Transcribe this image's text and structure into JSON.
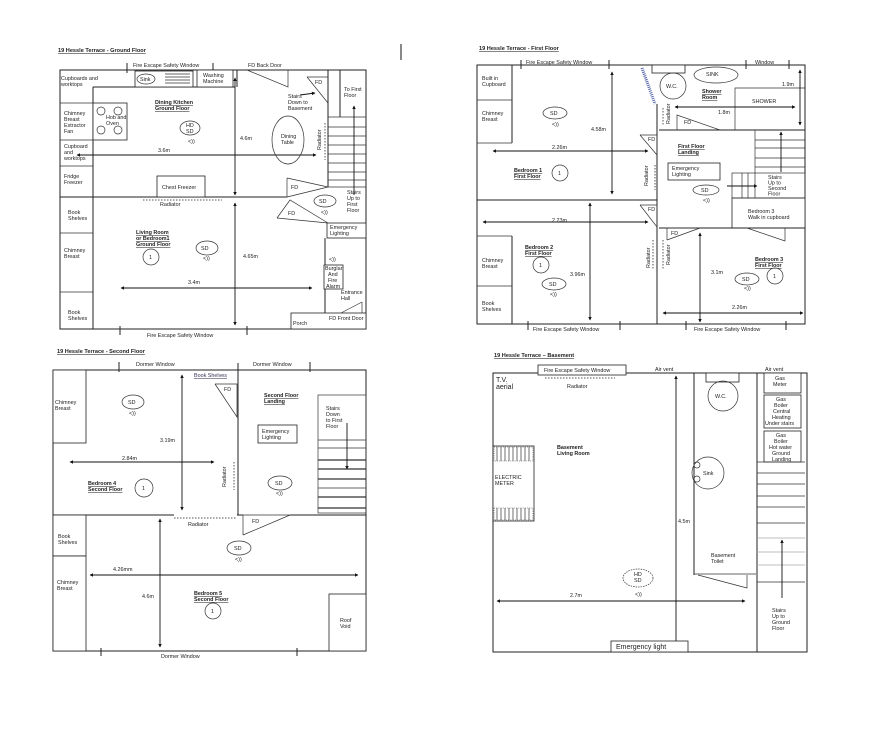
{
  "ground": {
    "title": "19 Hessle Terrace - Ground Floor",
    "fire_escape_top": "Fire Escape Safety Window",
    "fd_back_door": "FD Back Door",
    "sink": "Sink",
    "washing": [
      "Washing",
      "Machine"
    ],
    "cupboards": [
      "Cupboards and",
      "worktops"
    ],
    "chimney_fan": [
      "Chimney",
      "Breast",
      "Extractor",
      "Fan"
    ],
    "hob": [
      "Hob and",
      "Oven"
    ],
    "dining_kitchen": [
      "Dining Kitchen",
      "Ground Floor"
    ],
    "hd_sd": [
      "HD",
      "SD"
    ],
    "alarm": "<))",
    "dim_kitchen_v": "4.6m",
    "dining_table": [
      "Dining",
      "Table"
    ],
    "radiator": "Radiator",
    "stairs_down": [
      "Stairs",
      "Down to",
      "Basement"
    ],
    "to_first": [
      "To First",
      "Floor"
    ],
    "fd": "FD",
    "cupboard2": [
      "Cupboard",
      "and",
      "worktops"
    ],
    "dim_kitchen_h": "3.6m",
    "fridge": [
      "Fridge",
      "Freezer"
    ],
    "chest_freezer": "Chest Freezer",
    "stairs_up": [
      "Stairs",
      "Up to",
      "First",
      "Floor"
    ],
    "sd": "SD",
    "book_shelves": [
      "Book",
      "Shelves"
    ],
    "living": [
      "Living Room",
      "or Bedroom1",
      "Ground Floor"
    ],
    "chimney": [
      "Chimney",
      "Breast"
    ],
    "emergency": [
      "Emergency",
      "Lighting"
    ],
    "one": "1",
    "dim_living_v": "4.65m",
    "burglar": [
      "Burglar",
      "And",
      "Fire",
      "Alarm"
    ],
    "dim_living_h": "3.4m",
    "entrance": [
      "Entrance",
      "Hall"
    ],
    "porch": "Porch",
    "fd_front": "FD Front Door",
    "fire_escape_bottom": "Fire Escape Safety Window"
  },
  "first": {
    "title": "19 Hessle Terrace - First Floor",
    "fire_escape_top": "Fire Escape Safety Window",
    "window": "Window",
    "built_in": [
      "Built in",
      "Cupboard"
    ],
    "chimney": [
      "Chimney",
      "Breast"
    ],
    "wc": "W.C.",
    "sink": "SINK",
    "shower_room": [
      "Shower",
      "Room"
    ],
    "shower": "SHOWER",
    "dim_shower_v": "1.9m",
    "dim_shower_h": "1.8m",
    "radiator": "Radiator",
    "fd": "FD",
    "sd": "SD",
    "alarm": "<))",
    "dim_bed1_v": "4.58m",
    "dim_bed1_h": "2.26m",
    "bedroom1": [
      "Bedroom 1",
      "First Floor"
    ],
    "one": "1",
    "landing": [
      "First Floor",
      "Landing"
    ],
    "emergency": [
      "Emergency",
      "Lighting"
    ],
    "stairs_up": [
      "Stairs",
      "Up to",
      "Second",
      "Floor"
    ],
    "walk_in": [
      "Bedroom 3",
      "Walk in cupboard"
    ],
    "dim_bed2_h": "2.23m",
    "bedroom2": [
      "Bedroom 2",
      "First Floor"
    ],
    "dim_bed2_v": "3.96m",
    "book_shelves": [
      "Book",
      "Shelves"
    ],
    "bedroom3": [
      "Bedroom 3",
      "First Floor"
    ],
    "dim_bed3_v": "3.1m",
    "dim_bed3_h": "2.26m",
    "fire_escape_bottom_left": "Fire Escape Safety Window",
    "fire_escape_bottom_right": "Fire Escape Safety Window"
  },
  "second": {
    "title": "19 Hessle Terrace - Second Floor",
    "dormer_top_left": "Dormer Window",
    "dormer_top_right": "Dormer Window",
    "dormer_bottom": "Dormer Window",
    "chimney": [
      "Chimney",
      "Breast"
    ],
    "book_shelves_top": "Book Shelves",
    "fd": "FD",
    "landing": [
      "Second Floor",
      "Landing"
    ],
    "stairs_down": [
      "Stairs",
      "Down",
      "to First",
      "Floor"
    ],
    "emergency": [
      "Emergency",
      "Lighting"
    ],
    "sd": "SD",
    "alarm": "<))",
    "dim_bed4_v": "3.19m",
    "dim_bed4_h": "2.84m",
    "radiator": "Radiator",
    "bedroom4": [
      "Bedroom 4",
      "Second Floor"
    ],
    "one": "1",
    "book_shelves": [
      "Book",
      "Shelves"
    ],
    "dim_bed5_h": "4.26mm",
    "dim_bed5_v": "4.6m",
    "bedroom5": [
      "Bedroom 5",
      "Second Floor"
    ],
    "roof_void": [
      "Roof",
      "Void"
    ]
  },
  "basement": {
    "title": "19 Hessle Terrace – Basement",
    "fire_escape": "Fire Escape Safety Window",
    "air_vent_1": "Air vent",
    "air_vent_2": "Air vent",
    "tv_aerial": [
      "T.V.",
      "aerial"
    ],
    "radiator": "Radiator",
    "wc": "W.C.",
    "gas_meter": [
      "Gas",
      "Meter"
    ],
    "gas_boiler_central": [
      "Gas",
      "Boiler",
      "Central",
      "Heating",
      "Under stairs"
    ],
    "gas_boiler_hot": [
      "Gas",
      "Boiler",
      "Hot water",
      "Ground",
      "Landing"
    ],
    "living": [
      "Basement",
      "Living Room"
    ],
    "electric_meter": [
      "ELECTRIC",
      "METER"
    ],
    "sink": "Sink",
    "dim_v": "4.5m",
    "toilet": [
      "Basement",
      "Toilet"
    ],
    "hd_sd": [
      "HD",
      "SD"
    ],
    "alarm": "<))",
    "dim_h": "2.7m",
    "stairs_up": [
      "Stairs",
      "Up to",
      "Ground",
      "Floor"
    ],
    "emergency_light": "Emergency light"
  }
}
